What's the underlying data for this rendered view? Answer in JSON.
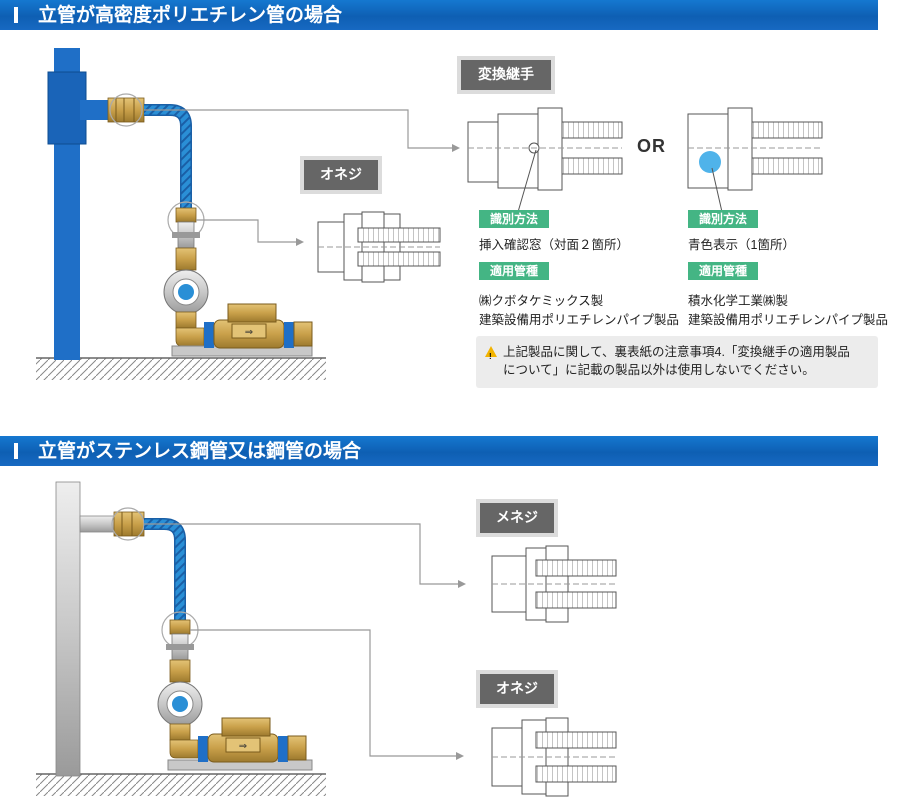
{
  "section1": {
    "title": "立管が高密度ポリエチレン管の場合",
    "tag_henkan": "変換継手",
    "tag_oneji": "オネジ",
    "or_text": "OR",
    "left_option": {
      "identify_label": "識別方法",
      "identify_text": "挿入確認窓（対面２箇所）",
      "apply_label": "適用管種",
      "apply_line1": "㈱クボタケミックス製",
      "apply_line2": "建築設備用ポリエチレンパイプ製品"
    },
    "right_option": {
      "identify_label": "識別方法",
      "identify_text": "青色表示（1箇所）",
      "apply_label": "適用管種",
      "apply_line1": "積水化学工業㈱製",
      "apply_line2": "建築設備用ポリエチレンパイプ製品"
    },
    "notice_line1": "上記製品に関して、裏表紙の注意事項4.「変換継手の適用製品",
    "notice_line2": "について」に記載の製品以外は使用しないでください。"
  },
  "section2": {
    "title": "立管がステンレス鋼管又は鋼管の場合",
    "tag_meneji": "メネジ",
    "tag_oneji": "オネジ"
  },
  "colors": {
    "header_blue": "#0e5fb3",
    "pipe_blue": "#1f6fc7",
    "flex_blue": "#2a8fd6",
    "brass": "#c9a04a",
    "green_label": "#44b584",
    "tag_gray": "#666666",
    "indicator_blue": "#4fb3ea"
  },
  "icons": {
    "warning": "warning-icon"
  }
}
